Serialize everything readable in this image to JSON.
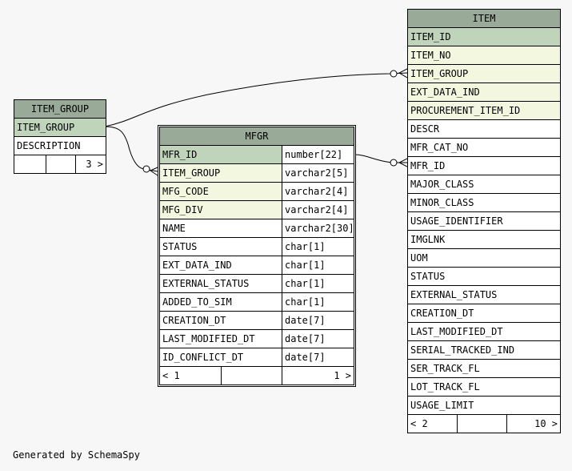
{
  "tables": {
    "item_group": {
      "name": "ITEM_GROUP",
      "columns": [
        {
          "name": "ITEM_GROUP",
          "role": "pk"
        },
        {
          "name": "DESCRIPTION",
          "role": "plain"
        }
      ],
      "footer": {
        "left": "",
        "middle": "",
        "right": "3 >"
      }
    },
    "mfgr": {
      "name": "MFGR",
      "columns": [
        {
          "name": "MFR_ID",
          "type": "number[22]",
          "role": "pk"
        },
        {
          "name": "ITEM_GROUP",
          "type": "varchar2[5]",
          "role": "fk"
        },
        {
          "name": "MFG_CODE",
          "type": "varchar2[4]",
          "role": "fk"
        },
        {
          "name": "MFG_DIV",
          "type": "varchar2[4]",
          "role": "fk"
        },
        {
          "name": "NAME",
          "type": "varchar2[30]",
          "role": "plain"
        },
        {
          "name": "STATUS",
          "type": "char[1]",
          "role": "plain"
        },
        {
          "name": "EXT_DATA_IND",
          "type": "char[1]",
          "role": "plain"
        },
        {
          "name": "EXTERNAL_STATUS",
          "type": "char[1]",
          "role": "plain"
        },
        {
          "name": "ADDED_TO_SIM",
          "type": "char[1]",
          "role": "plain"
        },
        {
          "name": "CREATION_DT",
          "type": "date[7]",
          "role": "plain"
        },
        {
          "name": "LAST_MODIFIED_DT",
          "type": "date[7]",
          "role": "plain"
        },
        {
          "name": "ID_CONFLICT_DT",
          "type": "date[7]",
          "role": "plain"
        }
      ],
      "footer": {
        "left": "< 1",
        "middle": "",
        "right": "1 >"
      }
    },
    "item": {
      "name": "ITEM",
      "columns": [
        {
          "name": "ITEM_ID",
          "role": "pk"
        },
        {
          "name": "ITEM_NO",
          "role": "fk"
        },
        {
          "name": "ITEM_GROUP",
          "role": "fk"
        },
        {
          "name": "EXT_DATA_IND",
          "role": "fk"
        },
        {
          "name": "PROCUREMENT_ITEM_ID",
          "role": "fk"
        },
        {
          "name": "DESCR",
          "role": "plain"
        },
        {
          "name": "MFR_CAT_NO",
          "role": "plain"
        },
        {
          "name": "MFR_ID",
          "role": "plain"
        },
        {
          "name": "MAJOR_CLASS",
          "role": "plain"
        },
        {
          "name": "MINOR_CLASS",
          "role": "plain"
        },
        {
          "name": "USAGE_IDENTIFIER",
          "role": "plain"
        },
        {
          "name": "IMGLNK",
          "role": "plain"
        },
        {
          "name": "UOM",
          "role": "plain"
        },
        {
          "name": "STATUS",
          "role": "plain"
        },
        {
          "name": "EXTERNAL_STATUS",
          "role": "plain"
        },
        {
          "name": "CREATION_DT",
          "role": "plain"
        },
        {
          "name": "LAST_MODIFIED_DT",
          "role": "plain"
        },
        {
          "name": "SERIAL_TRACKED_IND",
          "role": "plain"
        },
        {
          "name": "SER_TRACK_FL",
          "role": "plain"
        },
        {
          "name": "LOT_TRACK_FL",
          "role": "plain"
        },
        {
          "name": "USAGE_LIMIT",
          "role": "plain"
        }
      ],
      "footer": {
        "left": "< 2",
        "middle": "",
        "right": "10 >"
      }
    }
  },
  "relationships": [
    {
      "from": "ITEM_GROUP.ITEM_GROUP",
      "to": "ITEM.ITEM_GROUP"
    },
    {
      "from": "ITEM_GROUP.ITEM_GROUP",
      "to": "MFGR.ITEM_GROUP"
    },
    {
      "from": "MFGR.MFR_ID",
      "to": "ITEM.MFR_ID"
    }
  ],
  "credit": "Generated by SchemaSpy"
}
